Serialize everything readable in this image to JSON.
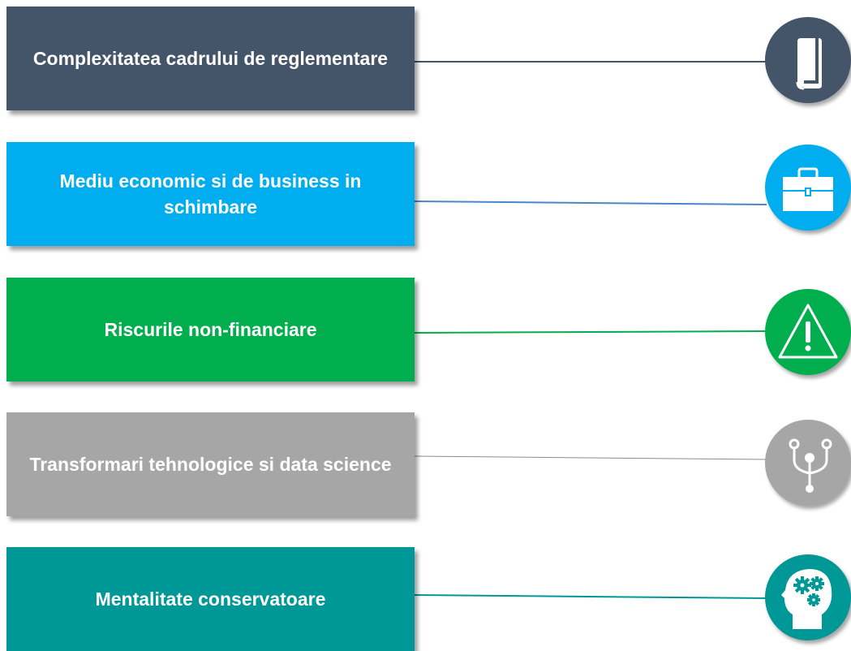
{
  "items": [
    {
      "label": "Complexitatea cadrului de reglementare",
      "color": "#445469",
      "icon": "book-icon"
    },
    {
      "label": "Mediu economic si de business in schimbare",
      "color": "#00aeef",
      "icon": "briefcase-icon"
    },
    {
      "label": "Riscurile non-financiare",
      "color": "#00ae4d",
      "icon": "warning-triangle-icon"
    },
    {
      "label": "Transformari tehnologice si data science",
      "color": "#a6a6a6",
      "icon": "branching-network-icon"
    },
    {
      "label": "Mentalitate conservatoare",
      "color": "#009797",
      "icon": "head-gears-icon"
    }
  ]
}
